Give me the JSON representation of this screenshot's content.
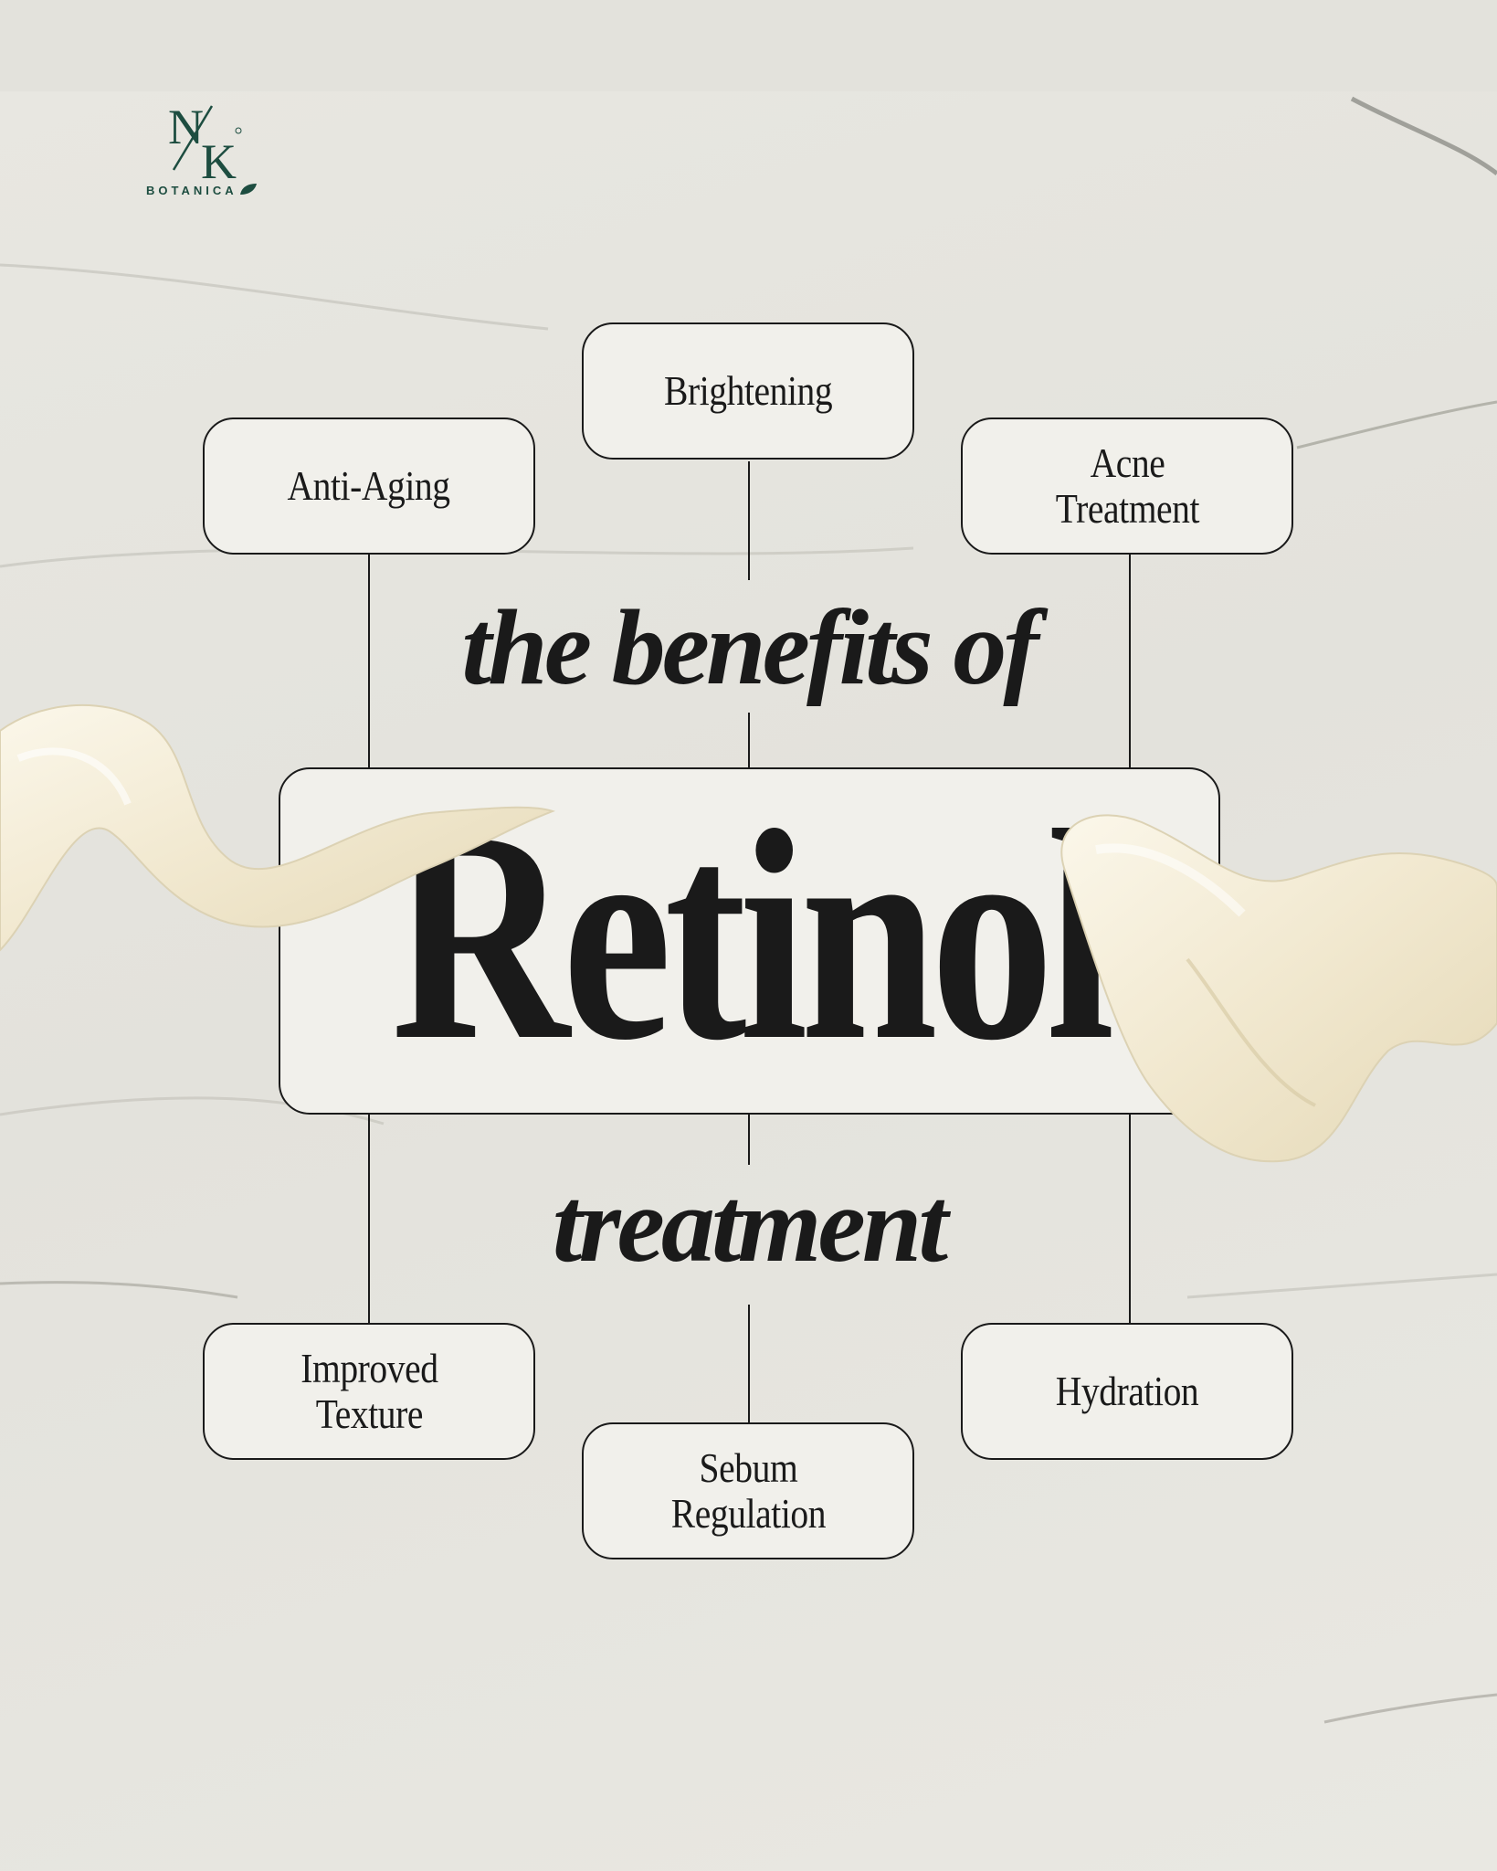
{
  "brand": {
    "logo_letters": [
      "N",
      "K"
    ],
    "logo_word": "BOTANICA",
    "color": "#1d4d40"
  },
  "headline_top": "the benefits of",
  "title": "Retinol",
  "headline_bottom": "treatment",
  "benefits": {
    "brightening": "Brightening",
    "anti_aging": "Anti-Aging",
    "acne_treatment": "Acne\nTreatment",
    "improved_texture": "Improved\nTexture",
    "sebum_regulation": "Sebum\nRegulation",
    "hydration": "Hydration"
  },
  "colors": {
    "background": "#e6e5df",
    "box_fill": "#f1f0eb",
    "ink": "#1a1a1a",
    "cream": "#f3ecd6"
  }
}
